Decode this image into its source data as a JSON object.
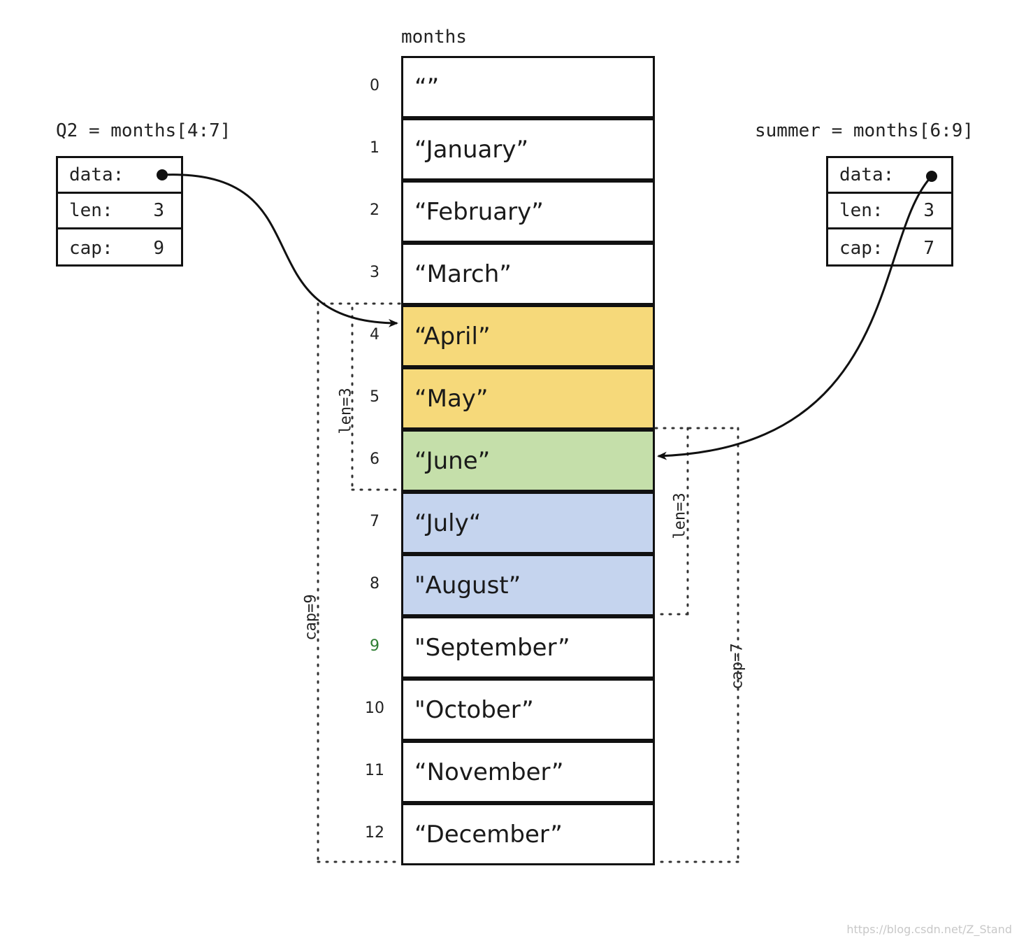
{
  "array": {
    "name": "months",
    "cells": [
      {
        "index": "0",
        "value": "“”",
        "fill": "#ffffff"
      },
      {
        "index": "1",
        "value": "“January”",
        "fill": "#ffffff"
      },
      {
        "index": "2",
        "value": "“February”",
        "fill": "#ffffff"
      },
      {
        "index": "3",
        "value": "“March”",
        "fill": "#ffffff"
      },
      {
        "index": "4",
        "value": "“April”",
        "fill": "#f6d97a"
      },
      {
        "index": "5",
        "value": "“May”",
        "fill": "#f6d97a"
      },
      {
        "index": "6",
        "value": "“June”",
        "fill": "#c5dfaa"
      },
      {
        "index": "7",
        "value": "“July“",
        "fill": "#c5d4ee"
      },
      {
        "index": "8",
        "value": "\"August”",
        "fill": "#c5d4ee"
      },
      {
        "index": "9",
        "value": "\"September”",
        "fill": "#ffffff",
        "index_color": "#2e7d32"
      },
      {
        "index": "10",
        "value": "\"October”",
        "fill": "#ffffff"
      },
      {
        "index": "11",
        "value": "“November”",
        "fill": "#ffffff"
      },
      {
        "index": "12",
        "value": "“December”",
        "fill": "#ffffff"
      }
    ]
  },
  "q2": {
    "label": "Q2 = months[4:7]",
    "data_label": "data:",
    "len_label": "len:",
    "len_value": "3",
    "cap_label": "cap:",
    "cap_value": "9",
    "len_annotation": "len=3",
    "cap_annotation": "cap=9"
  },
  "summer": {
    "label": "summer = months[6:9]",
    "data_label": "data:",
    "len_label": "len:",
    "len_value": "3",
    "cap_label": "cap:",
    "cap_value": "7",
    "len_annotation": "len=3",
    "cap_annotation": "cap=7"
  },
  "watermark": "https://blog.csdn.net/Z_Stand"
}
